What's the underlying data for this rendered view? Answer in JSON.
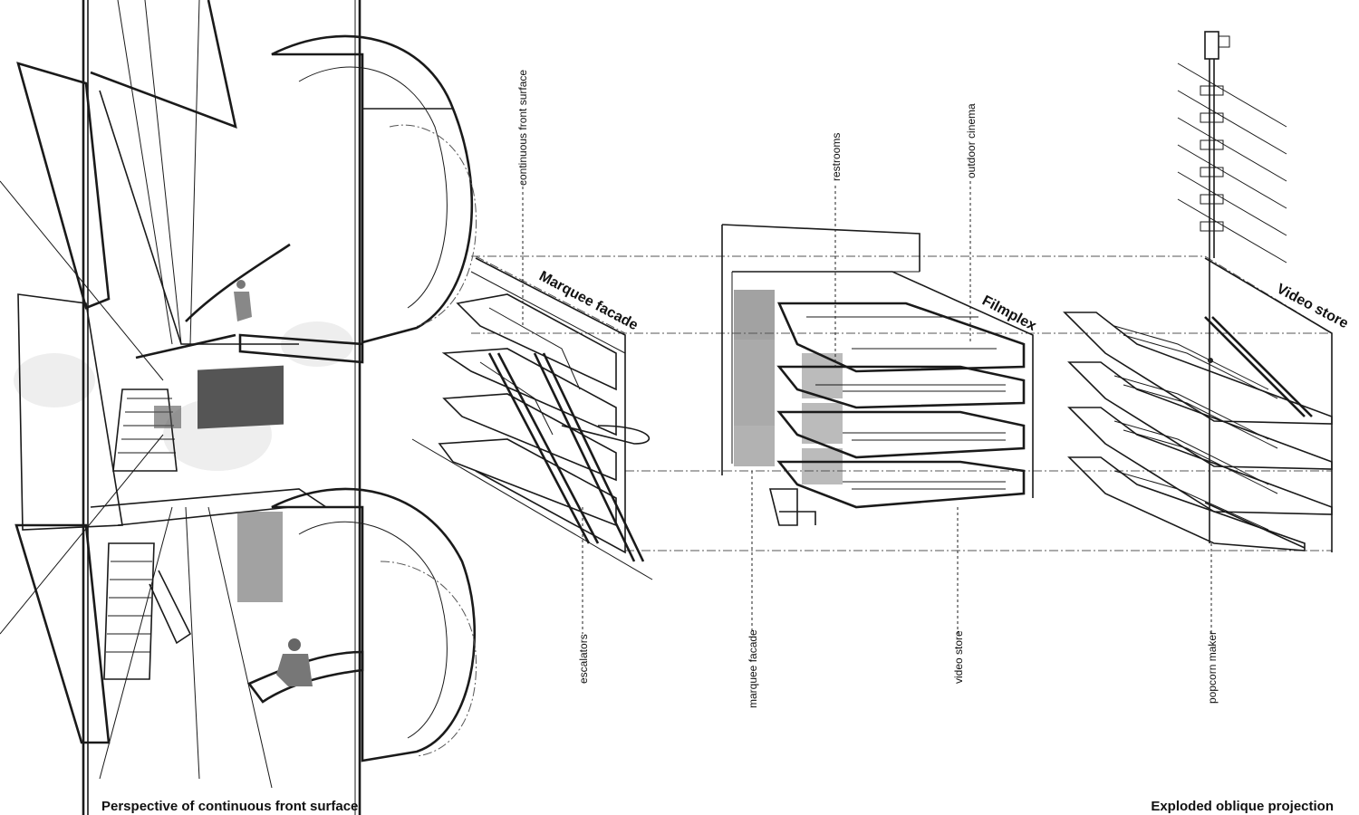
{
  "captions": {
    "perspective": "Perspective of continuous front surface",
    "exploded": "Exploded oblique projection"
  },
  "titles": {
    "marquee": "Marquee facade",
    "filmplex": "Filmplex",
    "video": "Video store"
  },
  "labels": {
    "continuous_front_surface": "continuous front surface",
    "escalators": "escalators",
    "restrooms": "restrooms",
    "outdoor_cinema": "outdoor cinema",
    "marquee_facade": "marquee facade",
    "video_store": "video store",
    "popcorn_maker": "popcorn maker"
  },
  "colors": {
    "ink": "#1a1a1a",
    "paper": "#ffffff",
    "photo_gray": "#555555"
  }
}
